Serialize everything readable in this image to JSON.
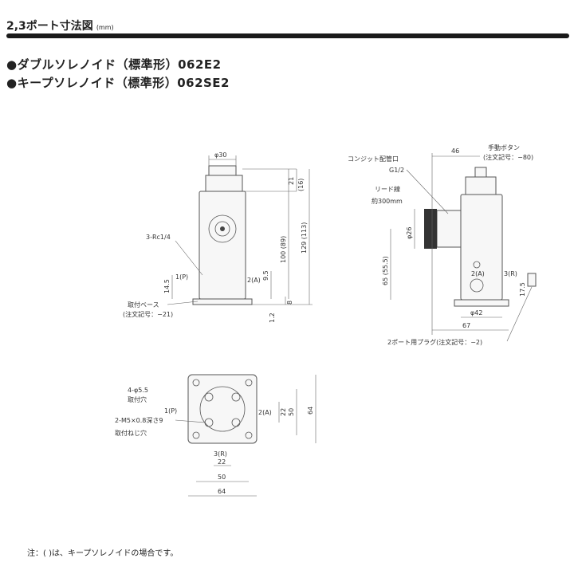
{
  "header": {
    "title": "2,3ポート寸法図",
    "unit": "(mm)"
  },
  "series": [
    "●ダブルソレノイド（標準形）062E2",
    "●キープソレノイド（標準形）062SE2"
  ],
  "front": {
    "d30": "φ30",
    "rc": "3-Rc1/4",
    "p": "1(P)",
    "a": "2(A)",
    "d145": "14.5",
    "d95": "9.5",
    "d21": "21",
    "d16": "(16)",
    "d100": "100 (89)",
    "d129": "129 (113)",
    "d8": "8",
    "d12": "1.2",
    "base": "取付ベース",
    "base_no": "(注文記号：−21)"
  },
  "side": {
    "conduit": "コンジット配管口",
    "g12": "G1/2",
    "lead": "リード線",
    "lead_len": "約300mm",
    "d46": "46",
    "manual": "手動ボタン",
    "manual_no": "(注文記号：−80)",
    "d26": "φ26",
    "d65": "65 (55.5)",
    "a": "2(A)",
    "r": "3(R)",
    "d175": "17.5",
    "d42": "φ42",
    "d67": "67",
    "plug": "2ポート用プラグ(注文記号：−2)"
  },
  "bottom": {
    "holes": "4-φ5.5",
    "holes_lbl": "取付穴",
    "p": "1(P)",
    "m5": "2-M5×0.8深さ9",
    "m5_lbl": "取付ねじ穴",
    "a": "2(A)",
    "d22v": "22",
    "d50v": "50",
    "d64v": "64",
    "r": "3(R)",
    "d22h": "22",
    "d50h": "50",
    "d64h": "64"
  },
  "footnote": "注：(  )は、キープソレノイドの場合です。"
}
